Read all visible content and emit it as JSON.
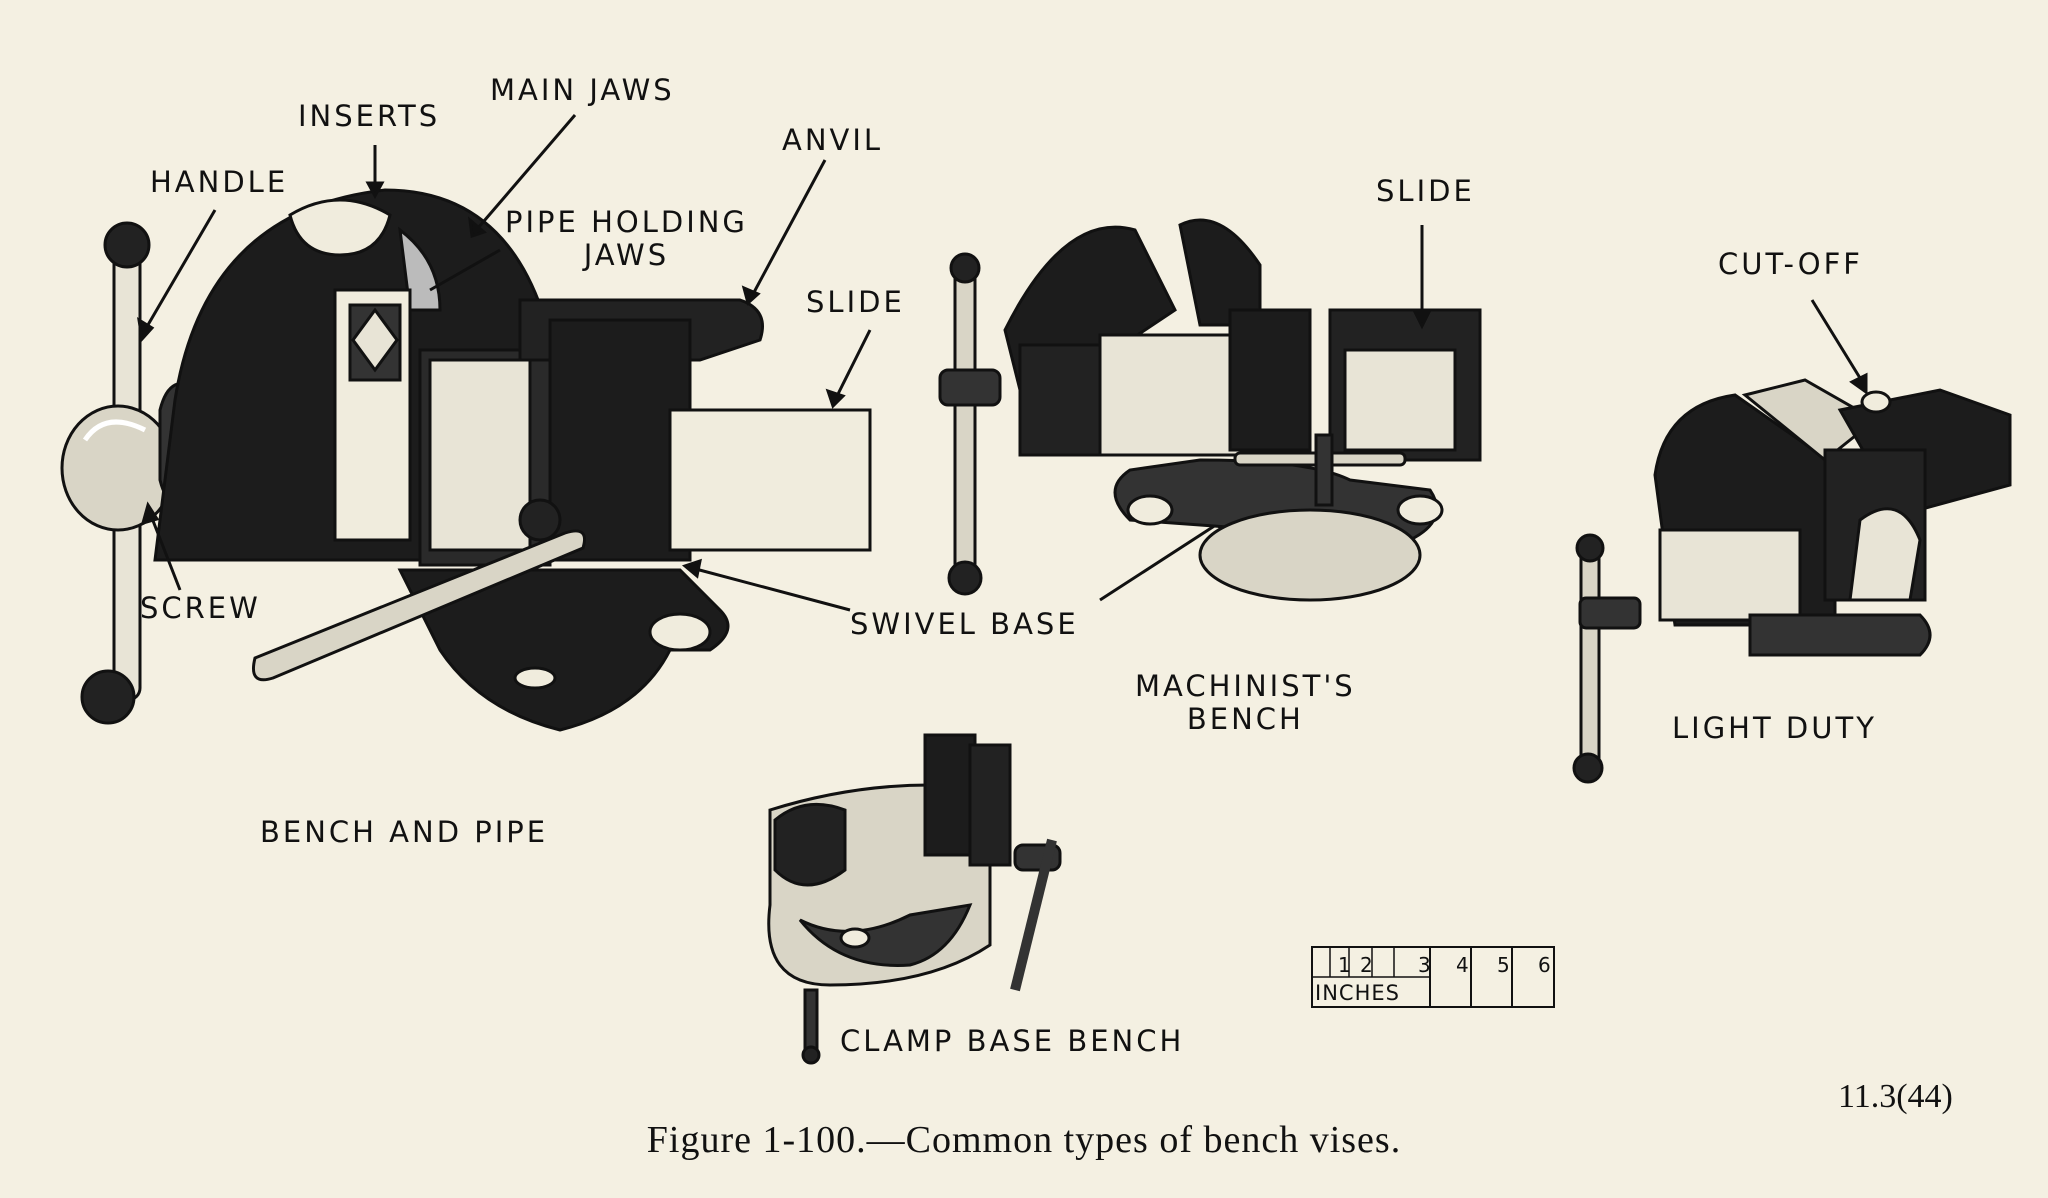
{
  "labels": {
    "inserts": "INSERTS",
    "main_jaws": "MAIN JAWS",
    "handle": "HANDLE",
    "anvil": "ANVIL",
    "pipe_holding_jaws": "PIPE HOLDING\nJAWS",
    "slide_left": "SLIDE",
    "slide_right": "SLIDE",
    "cut_off": "CUT-OFF",
    "screw": "SCREW",
    "swivel_base": "SWIVEL BASE"
  },
  "vises": {
    "bench_and_pipe": "BENCH AND PIPE",
    "machinists_bench": "MACHINIST'S\nBENCH",
    "light_duty": "LIGHT DUTY",
    "clamp_base_bench": "CLAMP BASE BENCH"
  },
  "ruler": {
    "numbers": [
      "1",
      "2",
      "3",
      "4",
      "5",
      "6"
    ],
    "unit_label": "INCHES"
  },
  "figure": {
    "id": "11.3(44)",
    "caption": "Figure 1-100.—Common types of bench vises."
  },
  "colors": {
    "ink": "#111111",
    "paper": "#f4f0e2",
    "shade": "#2a2a2a"
  }
}
